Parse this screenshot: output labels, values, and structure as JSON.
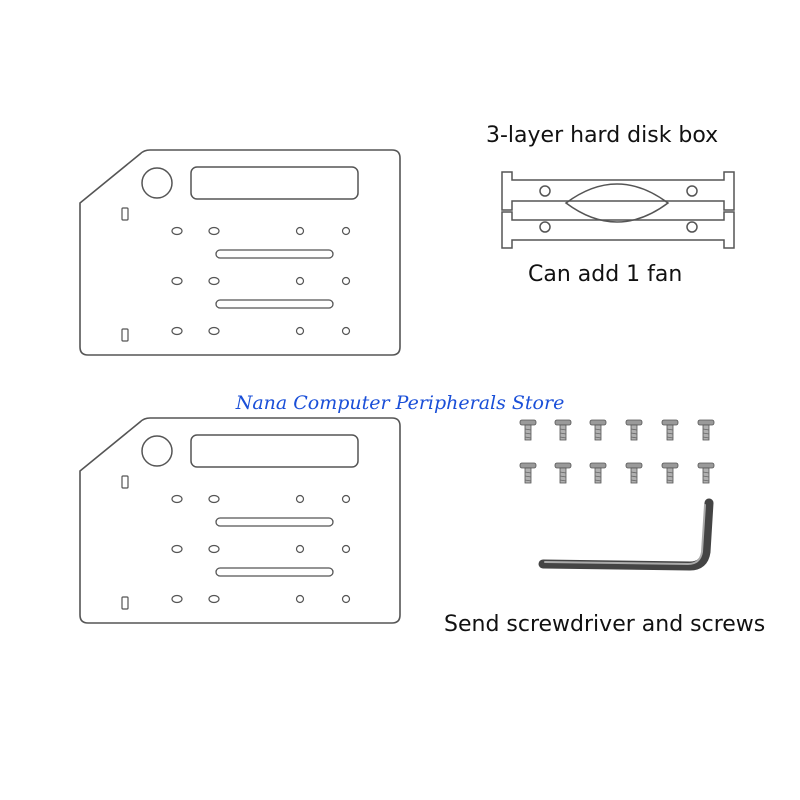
{
  "texts": {
    "box_title": "3-layer hard disk box",
    "fan_caption": "Can add 1 fan",
    "tools_caption": "Send screwdriver and screws",
    "watermark": "Nana Computer Peripherals Store"
  },
  "counts": {
    "screws": 12
  },
  "colors": {
    "outline": "#555555",
    "watermark": "#1a4fd8",
    "wrench": "#444444"
  }
}
